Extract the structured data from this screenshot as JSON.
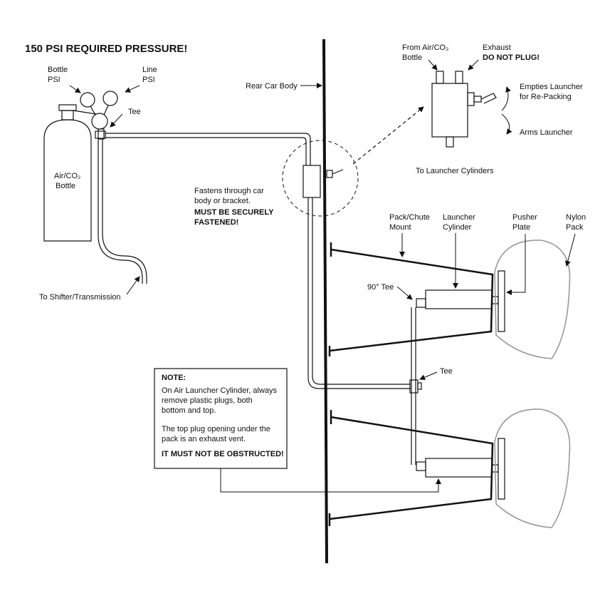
{
  "title": "150 PSI REQUIRED PRESSURE!",
  "labels": {
    "bottle_psi": [
      "Bottle",
      "PSI"
    ],
    "line_psi": [
      "Line",
      "PSI"
    ],
    "tee_top": "Tee",
    "bottle": [
      "Air/CO₂",
      "Bottle"
    ],
    "to_shifter": "To Shifter/Transmission",
    "rear_car_body": "Rear Car Body",
    "fastens": [
      "Fastens through car",
      "body or bracket."
    ],
    "must_secure": [
      "MUST BE SECURELY",
      "FASTENED!"
    ],
    "from_air": [
      "From Air/CO₂",
      "Bottle"
    ],
    "exhaust": "Exhaust",
    "do_not_plug": "DO NOT PLUG!",
    "empties": [
      "Empties Launcher",
      "for Re-Packing"
    ],
    "arms": "Arms Launcher",
    "to_cylinders": "To Launcher Cylinders",
    "pack_mount": [
      "Pack/Chute",
      "Mount"
    ],
    "launcher_cyl": [
      "Launcher",
      "Cylinder"
    ],
    "pusher_plate": [
      "Pusher",
      "Plate"
    ],
    "nylon_pack": [
      "Nylon",
      "Pack"
    ],
    "tee_90": "90° Tee",
    "tee_mid": "Tee"
  },
  "note": {
    "heading": "NOTE:",
    "lines1": [
      "On Air Launcher Cylinder, always",
      "remove plastic plugs, both",
      "bottom and top."
    ],
    "lines2": [
      "The top plug opening under the",
      "pack is an exhaust vent."
    ],
    "warning": "IT MUST NOT BE OBSTRUCTED!"
  }
}
